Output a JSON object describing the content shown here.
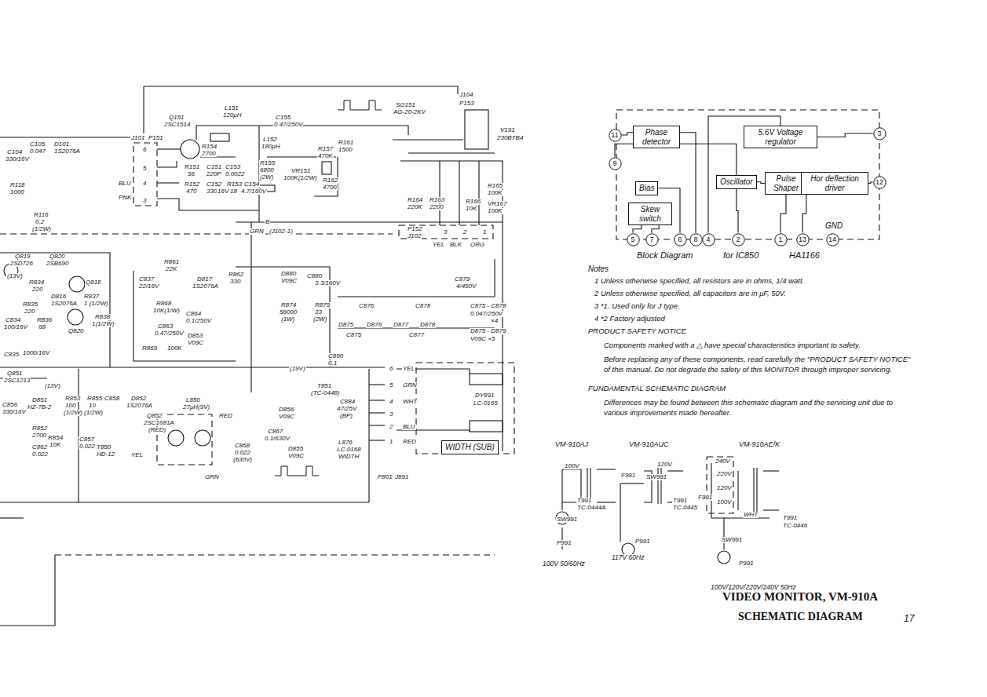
{
  "diagram": {
    "title": "VIDEO MONITOR, VM-910A",
    "caption": "SCHEMATIC DIAGRAM",
    "nodes": [
      {
        "text": [
          "Phase detector"
        ]
      },
      {
        "text": [
          "5.6V Voltage regulator"
        ]
      },
      {
        "text": [
          "Bias"
        ]
      },
      {
        "text": [
          "Skew switch"
        ]
      },
      {
        "text": [
          "Oscillator"
        ]
      },
      {
        "text": [
          "Pulse Shaper"
        ]
      },
      {
        "text": [
          "Hor deflection driver"
        ]
      },
      {
        "text": [
          "11"
        ]
      },
      {
        "text": [
          "9"
        ]
      },
      {
        "text": [
          "3"
        ]
      },
      {
        "text": [
          "12"
        ]
      },
      {
        "text": [
          "5"
        ]
      },
      {
        "text": [
          "7"
        ]
      },
      {
        "text": [
          "6"
        ]
      },
      {
        "text": [
          "8"
        ]
      },
      {
        "text": [
          "4"
        ]
      },
      {
        "text": [
          "2"
        ]
      },
      {
        "text": [
          "1"
        ]
      },
      {
        "text": [
          "13"
        ]
      },
      {
        "text": [
          "14"
        ]
      },
      {
        "text": [
          "WIDTH (SUB)"
        ]
      }
    ],
    "edges": [
      {
        "from": 7,
        "to": 0,
        "arrow": "none"
      },
      {
        "from": 8,
        "to": 0,
        "arrow": "none"
      },
      {
        "from": 1,
        "to": 9,
        "arrow": "none"
      },
      {
        "from": 6,
        "to": 10,
        "arrow": "none"
      },
      {
        "from": 3,
        "to": 11,
        "arrow": "none"
      },
      {
        "from": 3,
        "to": 12,
        "arrow": "none"
      },
      {
        "from": 2,
        "to": 13,
        "arrow": "none"
      },
      {
        "from": 0,
        "to": 14,
        "arrow": "none"
      },
      {
        "from": 15,
        "to": 1,
        "arrow": "none"
      },
      {
        "from": 4,
        "to": 16,
        "arrow": "none"
      },
      {
        "from": 5,
        "to": 17,
        "arrow": "none"
      },
      {
        "from": 6,
        "to": 18,
        "arrow": "none"
      },
      {
        "from": 0,
        "to": 4,
        "arrow": "none"
      },
      {
        "from": 4,
        "to": 5,
        "arrow": "none"
      },
      {
        "from": 5,
        "to": 6,
        "arrow": "none"
      }
    ],
    "labels": [
      "C105",
      "0.047",
      "D101",
      "1S2076A",
      "C104",
      "330/16V",
      "R118",
      "1000",
      "R116",
      "0.2",
      "(1/2W)",
      "Q151",
      "2SC1514",
      "J101",
      "P151",
      "6",
      "5",
      "4",
      "3",
      "BLU",
      "PNK",
      "L151",
      "120μH",
      "R154",
      "2700",
      "R151",
      "56",
      "C151",
      "220P",
      "C153",
      "0.0022",
      "R152",
      "470",
      "C152",
      "330",
      "16V",
      "R153",
      "18",
      "L152",
      "180μH",
      "C155",
      "0.47/250V",
      "R155",
      "6800",
      "(2W)",
      "VR151",
      "100K(1/2W)",
      "C154",
      "4.7/160V",
      "R157",
      "470K",
      "R161",
      "1500",
      "R162",
      "4700",
      "B",
      "GRN",
      "(J102-1)",
      "SG151",
      "AG-20-2KV",
      "J104",
      "P153",
      "V191",
      "230BTB4",
      "R165",
      "100K",
      "R164",
      "220K",
      "R163",
      "2200",
      "R166",
      "10K",
      "VR167",
      "100K",
      "P152",
      "J102",
      "YEL",
      "BLK",
      "ORG",
      "3",
      "2",
      "1",
      "Q819",
      "2SD726",
      "Q820",
      "2SB690",
      "R834",
      "220",
      "Q818",
      "D816",
      "1S2076A",
      "R837",
      "1 (1/2W)",
      "R835",
      "220",
      "C834",
      "100/16V",
      "R836",
      "68",
      "R838",
      "1(1/2W)",
      "Q820",
      "C835",
      "1000/16V",
      "Q851",
      "2SC1213",
      "D851",
      "HZ-7B-2",
      "R852",
      "2700",
      "R854",
      "10K",
      "C862",
      "0.022",
      "C856",
      "330/16V",
      "R853",
      "100",
      "(1/2W)",
      "R855",
      "10",
      "(1/2W)",
      "C858",
      "D852",
      "1S2076A",
      "Q852",
      "2SC1681A",
      "(RED)",
      "L850",
      "27μH(9V)",
      "YEL",
      "RED",
      "GRN",
      "T850",
      "HD-12",
      "C857",
      "0.022",
      "R861",
      "22K",
      "C837",
      "22/16V",
      "D817",
      "1S2076A",
      "R862",
      "330",
      "R868",
      "10K(1/W)",
      "C863",
      "0.47/250V",
      "C864",
      "0.1/250V",
      "D853",
      "V09C",
      "R869",
      "100K",
      "D880",
      "V09C",
      "C880",
      "3.3/160V",
      "R874",
      "56000",
      "(1W)",
      "R875",
      "33",
      "(2W)",
      "C879",
      "4/450V",
      "C876",
      "C878",
      "C875 - C878",
      "0.047/250V",
      "×4",
      "C875",
      "D875",
      "D876",
      "D877",
      "D878",
      "C877",
      "D875 - D879",
      "V09C ×5",
      "C890",
      "0.1",
      "T851",
      "(TC-0448)",
      "D856",
      "V09C",
      "C884",
      "47/25V",
      "(BP)",
      "L876",
      "LC-0168",
      "WIDTH",
      "C867",
      "0.1/630V",
      "D855",
      "V09C",
      "C868",
      "0.022",
      "(630V)",
      "P801",
      "J891",
      "YEL",
      "GRN",
      "WHT",
      "BLU",
      "RED",
      "6",
      "5",
      "4",
      "3",
      "2",
      "1",
      "DY891",
      "LC-0165",
      "(19V)",
      "(13V)",
      "(13V)",
      "GND",
      "Block Diagram",
      "for IC850",
      "HA1166",
      "Notes",
      "1 Unless otherwise specified, all resistors are in ohms, 1/4 watt.",
      "2 Unless otherwise specified, all capacitors are in μF, 50V.",
      "3 *1. Used only for J type.",
      "4 *2 Factory adjusted",
      "PRODUCT SAFETY NOTICE",
      "Components marked with a △ have special characteristics important to safety.",
      "Before replacing any of these components, read carefully the \"PRODUCT SAFETY NOTICE\" of this manual. Do not degrade the safety of this MONITOR through improper servicing.",
      "FUNDAMENTAL SCHEMATIC DIAGRAM",
      "Differences may be found between this schematic diagram and the servicing unit due to various improvements made hereafter.",
      "VM-910AJ",
      "VM-910AUC",
      "VM-910AE/K",
      "100V",
      "T991",
      "TC-0444A",
      "SW991",
      "P991",
      "100V 50/60Hz",
      "120V",
      "F991",
      "SW991",
      "T991",
      "TC-0445",
      "P991",
      "117V 60Hz",
      "240V",
      "220V",
      "120V",
      "100V",
      "F991",
      "WHT",
      "T991",
      "TC-0446",
      "SW991",
      "P991",
      "100V/120V/220V/240V 50Hz",
      "17"
    ]
  }
}
